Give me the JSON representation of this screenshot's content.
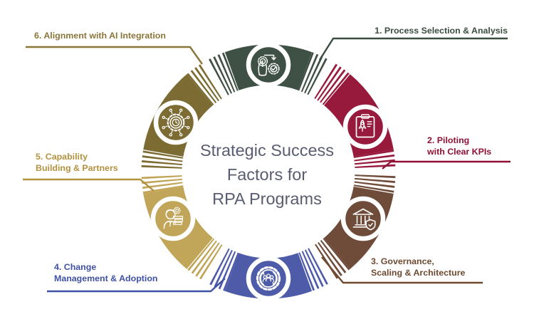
{
  "title": {
    "line1": "Strategic Success",
    "line2": "Factors for",
    "line3": "RPA Programs",
    "color": "#585d71"
  },
  "background_color": "#ffffff",
  "factors": [
    {
      "line1": "1. Process Selection & Analysis",
      "line2": "",
      "color": "#3e5144",
      "text_color": "#3a4d40",
      "icon": "hand-selecting-gear-check-icon"
    },
    {
      "line1": "2. Piloting",
      "line2": "with Clear KPIs",
      "color": "#97193b",
      "text_color": "#8f1134",
      "icon": "clipboard-rocket-icon"
    },
    {
      "line1": "3. Governance,",
      "line2": "Scaling & Architecture",
      "color": "#6f4b39",
      "text_color": "#6f4a31",
      "icon": "bank-shield-check-icon"
    },
    {
      "line1": "4. Change",
      "line2": "Management & Adoption",
      "color": "#4d5ba8",
      "text_color": "#3f51a5",
      "icon": "people-gear-cycle-icon"
    },
    {
      "line1": "5. Capability",
      "line2": "Building & Partners",
      "color": "#c1a558",
      "text_color": "#b2923e",
      "icon": "person-skills-gear-icon"
    },
    {
      "line1": "6. Alignment with AI Integration",
      "line2": "",
      "color": "#7c6b33",
      "text_color": "#8a7639",
      "icon": "ai-network-gear-clock-icon"
    }
  ]
}
